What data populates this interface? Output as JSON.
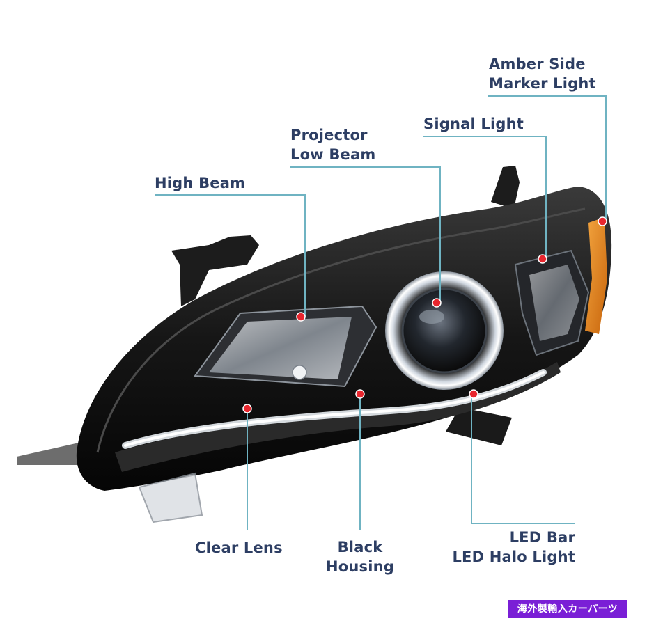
{
  "labels": {
    "amber_side_marker": [
      "Amber Side",
      "Marker Light"
    ],
    "signal_light": [
      "Signal Light"
    ],
    "projector_low_beam": [
      "Projector",
      "Low Beam"
    ],
    "high_beam": [
      "High Beam"
    ],
    "clear_lens": [
      "Clear Lens"
    ],
    "black_housing": [
      "Black",
      "Housing"
    ],
    "led_bar": [
      "LED Bar",
      "LED Halo Light"
    ]
  },
  "watermark": "海外製輸入カーパーツ",
  "colors": {
    "label_text": "#2d3e63",
    "leader_line": "#6fb3c2",
    "marker_dot": "#e8262e",
    "amber": "#e8901c",
    "housing": "#141414",
    "watermark_bg": "#7a1fd6"
  }
}
